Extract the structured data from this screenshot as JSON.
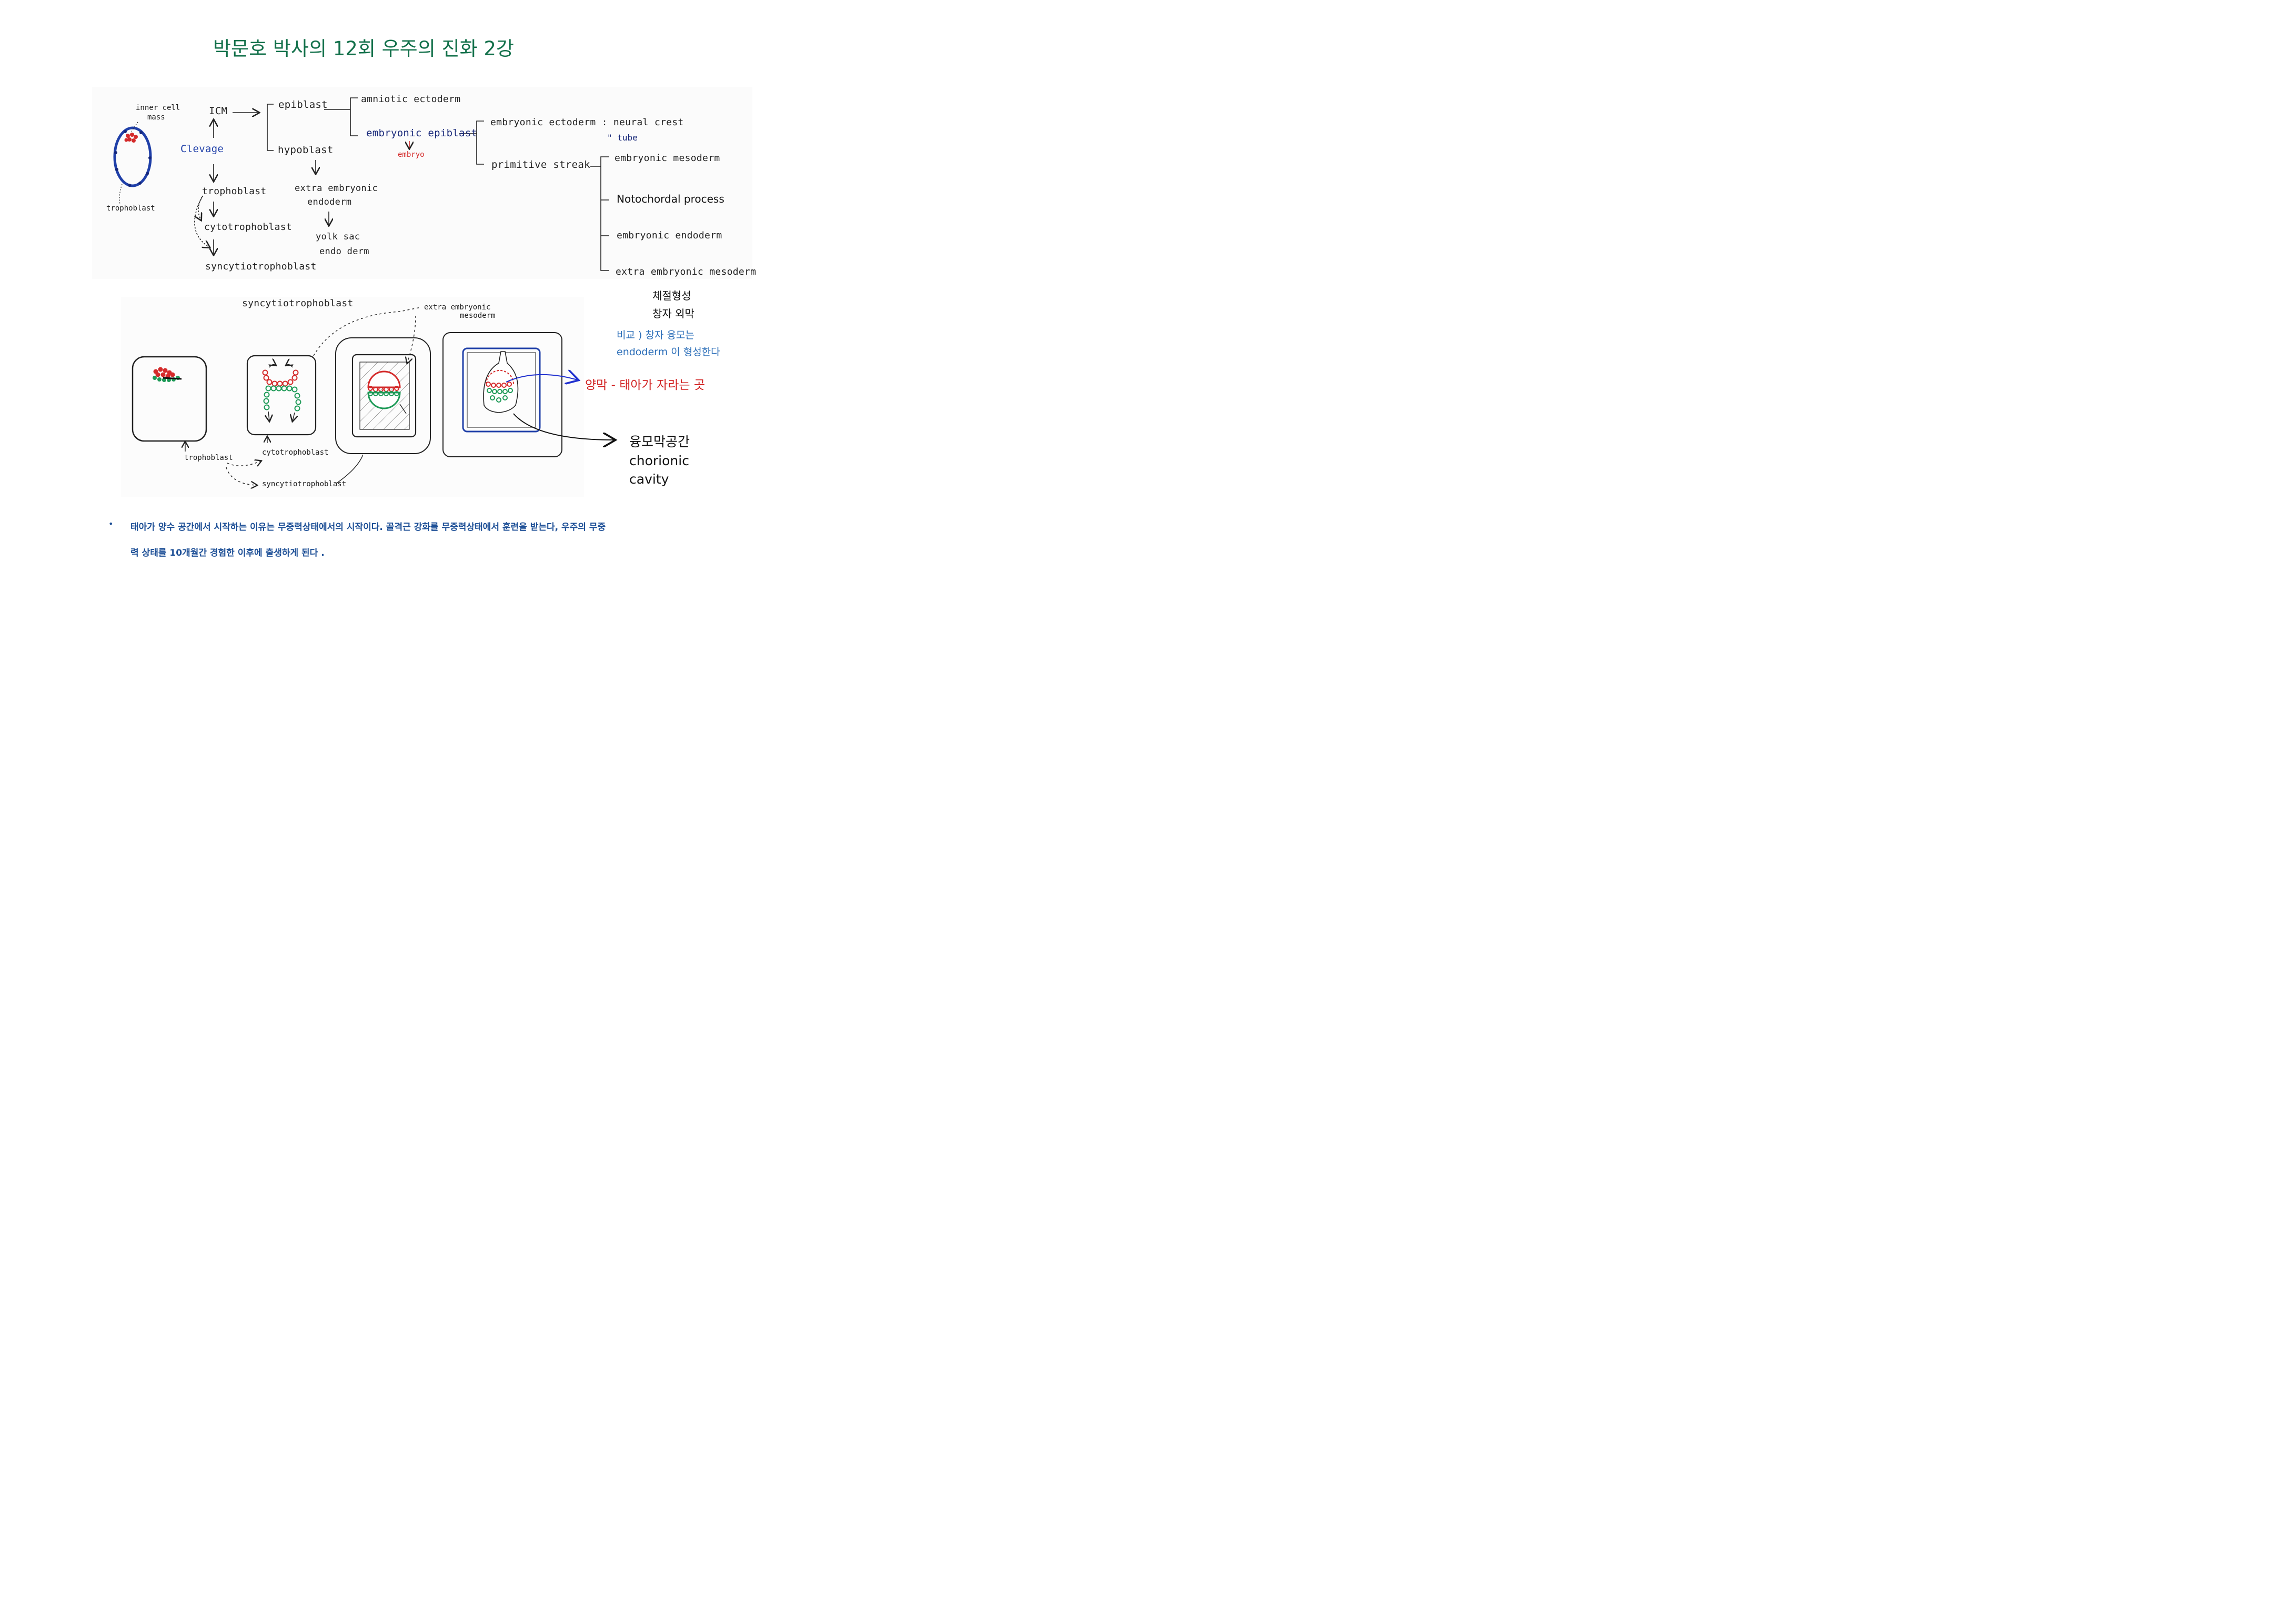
{
  "title": "박문호 박사의 12회 우주의 진화 2강",
  "flowchart": {
    "inner_cell_mass_1": "inner cell",
    "inner_cell_mass_2": "mass",
    "trophoblast_small": "trophoblast",
    "icm": "ICM",
    "clevage": "Clevage",
    "trophoblast": "trophoblast",
    "cytotrophoblast": "cytotrophoblast",
    "syncytiotrophoblast": "syncytiotrophoblast",
    "epiblast": "epiblast",
    "hypoblast": "hypoblast",
    "extra_embryonic_1": "extra embryonic",
    "extra_embryonic_2": "endoderm",
    "yolk_sac_1": "yolk sac",
    "yolk_sac_2": "endo derm",
    "amniotic_ectoderm": "amniotic ectoderm",
    "embryonic_epiblast": "embryonic epiblast",
    "embryo": "embryo",
    "embryonic_ectoderm": "embryonic ectoderm : neural crest",
    "tube": "\" tube",
    "primitive_streak": "primitive streak",
    "embryonic_mesoderm": "embryonic mesoderm",
    "notochordal_process": "Notochordal process",
    "embryonic_endoderm": "embryonic endoderm",
    "extra_embryonic_mesoderm": "extra embryonic mesoderm"
  },
  "notes": {
    "somite": "체절형성",
    "chorion": "창자 외막",
    "compare_1": "비교 ) 창자 융모는",
    "compare_2": "endoderm 이 형성한다",
    "amnion": "양막  - 태아가 자라는 곳",
    "chorionic_ko": "융모막공간",
    "chorionic_en_1": "chorionic",
    "chorionic_en_2": "cavity"
  },
  "diagram2": {
    "syncytiotrophoblast_top": "syncytiotrophoblast",
    "extra_embryonic_meso_1": "extra embryonic",
    "extra_embryonic_meso_2": "mesoderm",
    "trophoblast": "trophoblast",
    "cytotrophoblast": "cytotrophoblast",
    "syncytiotrophoblast_bottom": "syncytiotrophoblast"
  },
  "bullet": {
    "marker": "•",
    "line1": "태아가 양수 공간에서 시작하는 이유는 무중력상태에서의 시작이다. 골격근 강화를 무중력상태에서 훈련을 받는다, 우주의 무중",
    "line2": "력 상태를 10개월간 경험한 이후에 출생하게 된다 ."
  },
  "colors": {
    "title": "#12704a",
    "blue_text": "#2a6db8",
    "red_text": "#d11f1f",
    "bullet_text": "#1d4f96",
    "cell_red": "#d42a2a",
    "cell_green": "#1d9a57",
    "ring_blue": "#1f3fa8"
  }
}
